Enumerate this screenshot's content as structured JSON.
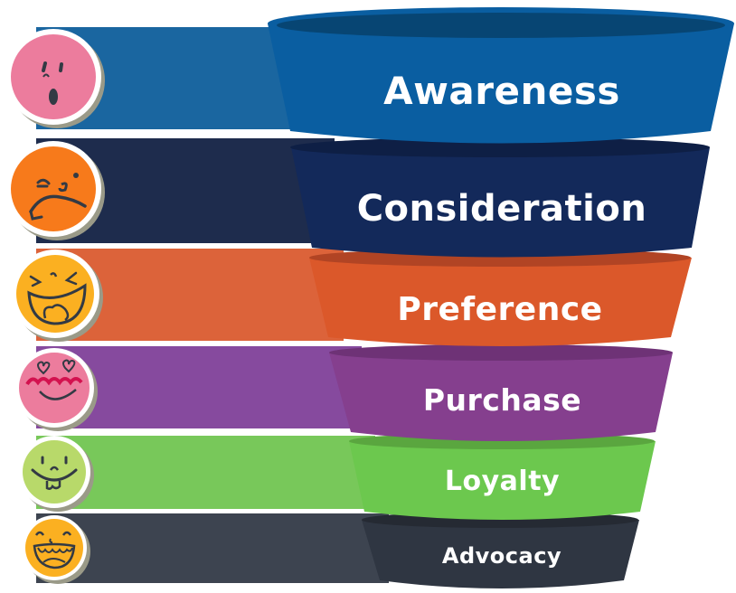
{
  "diagram": {
    "type": "marketing-funnel",
    "stages": [
      {
        "label": "Awareness",
        "color": "#0a5ea1",
        "bar_color": "#1a66a0",
        "face_color": "#ec7c9d",
        "face_icon": "surprised-face-icon"
      },
      {
        "label": "Consideration",
        "color": "#13295a",
        "bar_color": "#1e2c4d",
        "face_color": "#f77a1b",
        "face_icon": "skeptical-face-icon"
      },
      {
        "label": "Preference",
        "color": "#db582a",
        "bar_color": "#dc633a",
        "face_color": "#fbb021",
        "face_icon": "laughing-face-icon"
      },
      {
        "label": "Purchase",
        "color": "#853f8e",
        "bar_color": "#864a9e",
        "face_color": "#ec7c9d",
        "face_icon": "heart-eyes-face-icon"
      },
      {
        "label": "Loyalty",
        "color": "#6cc84e",
        "bar_color": "#78c85a",
        "face_color": "#b8d96a",
        "face_icon": "goofy-face-icon"
      },
      {
        "label": "Advocacy",
        "color": "#2f3642",
        "bar_color": "#3d4450",
        "face_color": "#fbb021",
        "face_icon": "grinning-face-icon"
      }
    ]
  }
}
